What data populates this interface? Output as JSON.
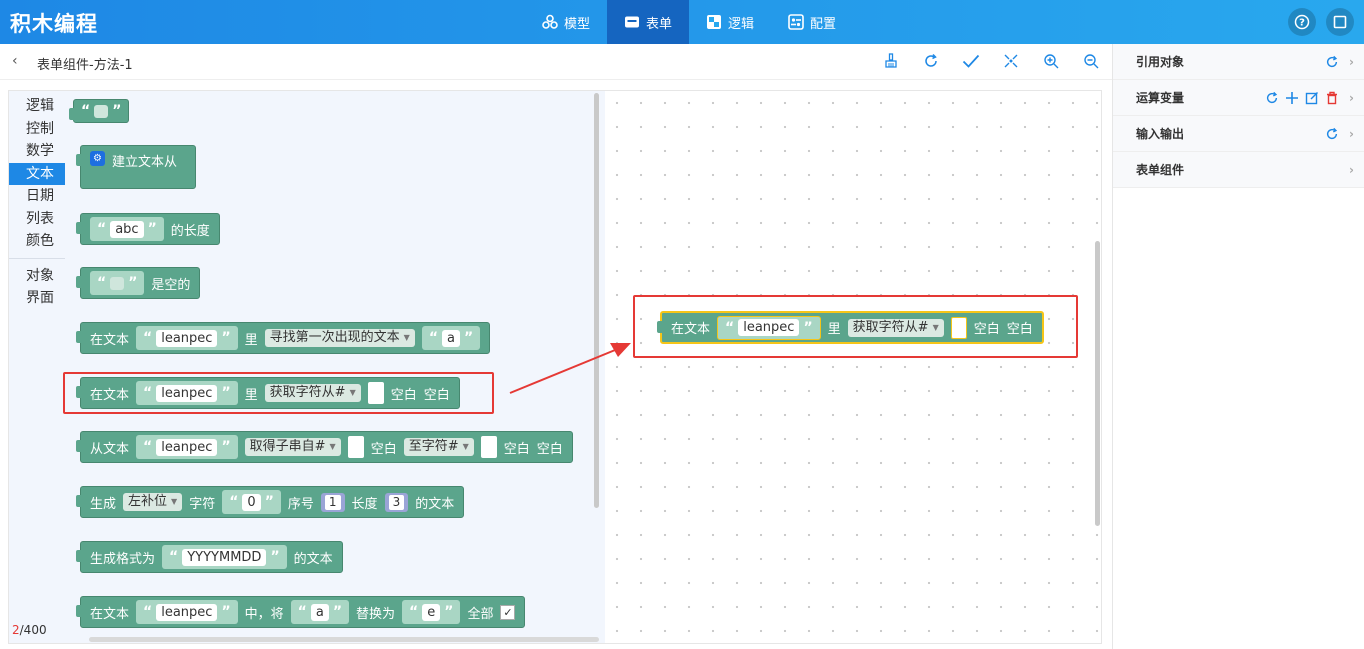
{
  "app": {
    "title": "积木编程"
  },
  "nav": [
    {
      "label": "模型",
      "icon": "model-icon"
    },
    {
      "label": "表单",
      "icon": "form-icon"
    },
    {
      "label": "逻辑",
      "icon": "logic-icon"
    },
    {
      "label": "配置",
      "icon": "config-icon"
    }
  ],
  "topRight": {
    "help": "help-icon",
    "window": "window-icon"
  },
  "subbar": {
    "title": "表单组件-方法-1"
  },
  "categories": [
    "逻辑",
    "控制",
    "数学",
    "文本",
    "日期",
    "列表",
    "颜色",
    "对象",
    "界面"
  ],
  "activeCategory": "文本",
  "blocks": {
    "b3": {
      "str": "abc",
      "suffix": "的长度"
    },
    "b4": {
      "suffix": "是空的"
    },
    "b2": {
      "label": "建立文本从"
    },
    "b5": {
      "prefix": "在文本",
      "str": "leanpec",
      "mid": "里",
      "dd": "寻找第一次出现的文本",
      "str2": "a"
    },
    "b6": {
      "prefix": "在文本",
      "str": "leanpec",
      "mid": "里",
      "dd": "获取字符从#",
      "w1": "空白",
      "w2": "空白"
    },
    "b7": {
      "prefix": "从文本",
      "str": "leanpec",
      "dd": "取得子串自#",
      "w1": "空白",
      "dd2": "至字符#",
      "w2": "空白",
      "w3": "空白"
    },
    "b8": {
      "prefix": "生成",
      "dd": "左补位",
      "w1": "字符",
      "str": "0",
      "w2": "序号",
      "n1": "1",
      "w3": "长度",
      "n2": "3",
      "w4": "的文本"
    },
    "b9": {
      "prefix": "生成格式为",
      "str": "YYYYMMDD",
      "suffix": "的文本"
    },
    "b10": {
      "prefix": "在文本",
      "str": "leanpec",
      "w1": "中，将",
      "str2": "a",
      "w2": "替换为",
      "str3": "e",
      "w3": "全部",
      "check": "✓"
    }
  },
  "canvasBlock": {
    "prefix": "在文本",
    "str": "leanpec",
    "mid": "里",
    "dd": "获取字符从#",
    "w1": "空白",
    "w2": "空白"
  },
  "counter": {
    "current": "2",
    "total": "/400"
  },
  "rightPanel": [
    {
      "label": "引用对象"
    },
    {
      "label": "运算变量"
    },
    {
      "label": "输入输出"
    },
    {
      "label": "表单组件"
    }
  ],
  "colors": {
    "accent": "#1e88e5",
    "block": "#5ba58c",
    "highlight": "#e53935"
  }
}
